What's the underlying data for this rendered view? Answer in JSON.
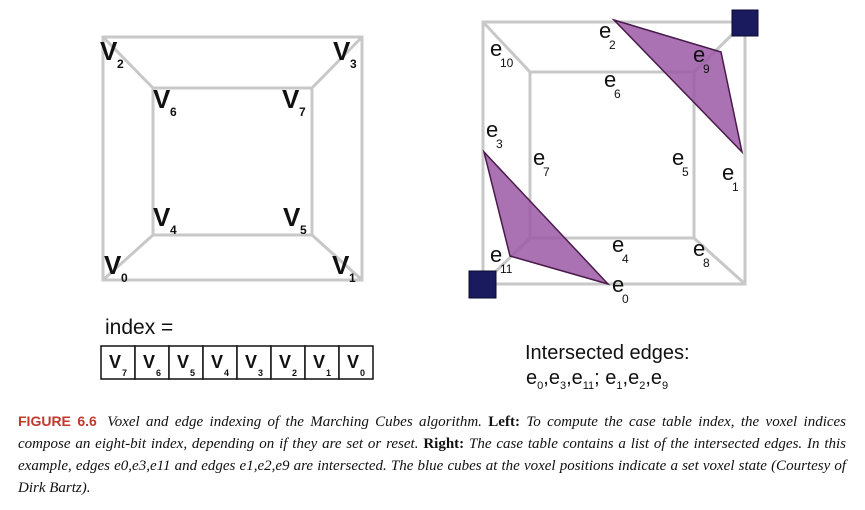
{
  "left_cube": {
    "vertices": [
      {
        "letter": "V",
        "sub": "0"
      },
      {
        "letter": "V",
        "sub": "1"
      },
      {
        "letter": "V",
        "sub": "2"
      },
      {
        "letter": "V",
        "sub": "3"
      },
      {
        "letter": "V",
        "sub": "4"
      },
      {
        "letter": "V",
        "sub": "5"
      },
      {
        "letter": "V",
        "sub": "6"
      },
      {
        "letter": "V",
        "sub": "7"
      }
    ]
  },
  "right_cube": {
    "edges": [
      {
        "letter": "e",
        "sub": "0"
      },
      {
        "letter": "e",
        "sub": "1"
      },
      {
        "letter": "e",
        "sub": "2"
      },
      {
        "letter": "e",
        "sub": "3"
      },
      {
        "letter": "e",
        "sub": "4"
      },
      {
        "letter": "e",
        "sub": "5"
      },
      {
        "letter": "e",
        "sub": "6"
      },
      {
        "letter": "e",
        "sub": "7"
      },
      {
        "letter": "e",
        "sub": "8"
      },
      {
        "letter": "e",
        "sub": "9"
      },
      {
        "letter": "e",
        "sub": "10"
      },
      {
        "letter": "e",
        "sub": "11"
      }
    ],
    "triangle_fill": "#9b59a6",
    "cube_color": "#1a1a5e"
  },
  "index": {
    "title": "index =",
    "cells": [
      {
        "letter": "V",
        "sub": "7"
      },
      {
        "letter": "V",
        "sub": "6"
      },
      {
        "letter": "V",
        "sub": "5"
      },
      {
        "letter": "V",
        "sub": "4"
      },
      {
        "letter": "V",
        "sub": "3"
      },
      {
        "letter": "V",
        "sub": "2"
      },
      {
        "letter": "V",
        "sub": "1"
      },
      {
        "letter": "V",
        "sub": "0"
      }
    ]
  },
  "intersected": {
    "title": "Intersected edges:",
    "list": [
      {
        "letter": "e",
        "sub": "0",
        "sep": ","
      },
      {
        "letter": "e",
        "sub": "3",
        "sep": ","
      },
      {
        "letter": "e",
        "sub": "11",
        "sep": ";"
      },
      {
        "letter": "e",
        "sub": "1",
        "sep": ","
      },
      {
        "letter": "e",
        "sub": "2",
        "sep": ","
      },
      {
        "letter": "e",
        "sub": "9",
        "sep": ""
      }
    ]
  },
  "caption": {
    "label": "FIGURE 6.6",
    "intro": "Voxel and edge indexing of the Marching Cubes algorithm.",
    "left_head": "Left:",
    "left_text": "To compute the case table index, the voxel indices compose an eight-bit index, depending on if they are set or reset.",
    "right_head": "Right:",
    "right_text_1": "The case table contains a list of the intersected edges. In this example, edges",
    "edges_a": "e0,e3,e11",
    "and": "and edges",
    "edges_b": "e1,e2,e9",
    "right_text_2": "are intersected. The blue cubes at the voxel positions indicate a set voxel state (Courtesy of Dirk Bartz)."
  }
}
